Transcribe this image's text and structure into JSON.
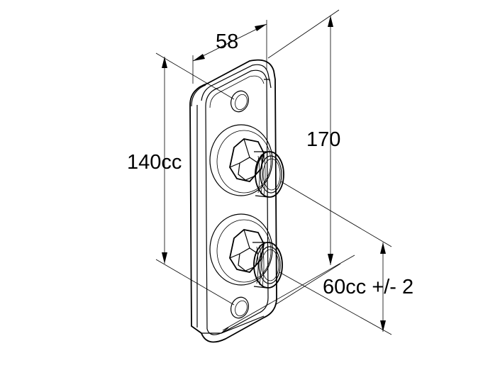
{
  "dimensions": {
    "width": "58",
    "height_total": "170",
    "center_distance": "140cc",
    "projection": "60cc +/- 2"
  }
}
